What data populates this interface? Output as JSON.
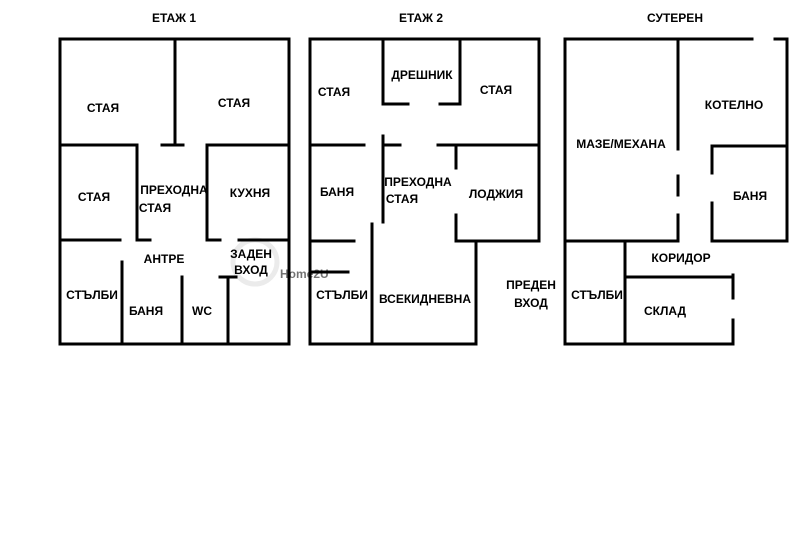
{
  "floors": [
    {
      "title": "ЕТАЖ 1",
      "rooms": [
        {
          "label": "СТАЯ"
        },
        {
          "label": "СТАЯ"
        },
        {
          "label": "СТАЯ"
        },
        {
          "label": "ПРЕХОДНА"
        },
        {
          "label": "СТАЯ"
        },
        {
          "label": "КУХНЯ"
        },
        {
          "label": "АНТРЕ"
        },
        {
          "label": "ЗАДЕН"
        },
        {
          "label": "ВХОД"
        },
        {
          "label": "СТЪЛБИ"
        },
        {
          "label": "БАНЯ"
        },
        {
          "label": "WC"
        }
      ]
    },
    {
      "title": "ЕТАЖ 2",
      "rooms": [
        {
          "label": "СТАЯ"
        },
        {
          "label": "ДРЕШНИК"
        },
        {
          "label": "СТАЯ"
        },
        {
          "label": "БАНЯ"
        },
        {
          "label": "ПРЕХОДНА"
        },
        {
          "label": "СТАЯ"
        },
        {
          "label": "ЛОДЖИЯ"
        },
        {
          "label": "СТЪЛБИ"
        },
        {
          "label": "ВСЕКИДНЕВНА"
        },
        {
          "label": "ПРЕДЕН"
        },
        {
          "label": "ВХОД"
        }
      ]
    },
    {
      "title": "СУТЕРЕН",
      "rooms": [
        {
          "label": "МАЗЕ/МЕХАНА"
        },
        {
          "label": "КОТЕЛНО"
        },
        {
          "label": "БАНЯ"
        },
        {
          "label": "КОРИДОР"
        },
        {
          "label": "СТЪЛБИ"
        },
        {
          "label": "СКЛАД"
        }
      ]
    }
  ],
  "watermark": {
    "text": "Home2U"
  }
}
